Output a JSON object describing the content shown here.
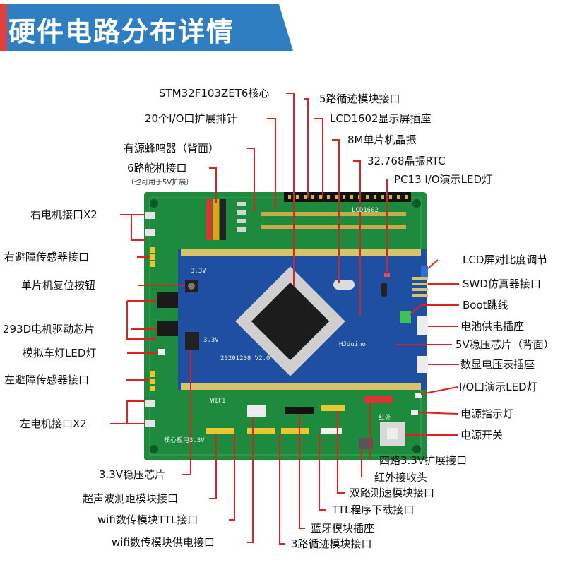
{
  "header": {
    "title": "硬件电路分布详情"
  },
  "colors": {
    "banner": "#2f7ec1",
    "banner_accent": "#e04040",
    "pcb": "#1e8a3e",
    "core": "#1f4fa0",
    "line": "#e02020"
  },
  "board": {
    "core_text_1": "20201208  V2.0",
    "core_text_2": "HJduino",
    "vreg_label": "3.3V",
    "core_vreg_label": "3.3V",
    "lcd_label": "LCD1602",
    "wifi_label": "WIFI",
    "mirror_label": "核心板电3.3V",
    "ir_label": "红外"
  },
  "labels": {
    "top_stm32": "STM32F103ZET6核心",
    "top_20io": "20个I/O口扩展排针",
    "top_buzzer": "有源蜂鸣器（背面）",
    "top_servo": "6路舵机接口",
    "top_servo_note": "（也可用于5V扩展）",
    "top_5track": "5路循迹模块接口",
    "top_lcd1602": "LCD1602显示屏插座",
    "top_8m": "8M单片机晶振",
    "top_rtc": "32.768晶振RTC",
    "top_pc13": "PC13 I/O演示LED灯",
    "left_right_motor": "右电机接口X2",
    "left_right_sensor": "右避障传感器接口",
    "left_reset": "单片机复位按钮",
    "left_293d": "293D电机驱动芯片",
    "left_led": "模拟车灯LED灯",
    "left_left_sensor": "左避障传感器接口",
    "left_left_motor": "左电机接口X2",
    "right_lcd_contrast": "LCD屏对比度调节",
    "right_swd": "SWD仿真器接口",
    "right_boot": "Boot跳线",
    "right_battery": "电池供电插座",
    "right_5v": "5V稳压芯片（背面）",
    "right_voltmeter": "数显电压表插座",
    "right_io_led": "I/O口演示LED灯",
    "right_power_led": "电源指示灯",
    "right_switch": "电源开关",
    "bot_3v3_ext": "四路3.3V扩展接口",
    "bot_ir": "红外接收头",
    "bot_speed": "双路测速模块接口",
    "bot_ttl": "TTL程序下载接口",
    "bot_bt": "蓝牙模块插座",
    "bot_3track": "3路循迹模块接口",
    "bot_3v3_reg": "3.3V稳压芯片",
    "bot_ultra": "超声波测距模块接口",
    "bot_wifi_ttl": "wifi数传模块TTL接口",
    "bot_wifi_pwr": "wifi数传模块供电接口"
  }
}
